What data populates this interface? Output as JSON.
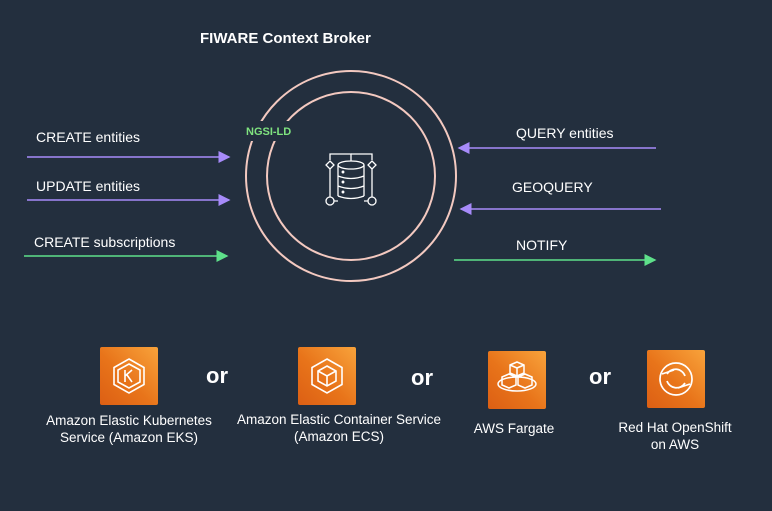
{
  "title": "FIWARE Context Broker",
  "ngsi_label": "NGSI-LD",
  "inbound": [
    {
      "label": "CREATE entities"
    },
    {
      "label": "UPDATE entities"
    },
    {
      "label": "CREATE subscriptions"
    }
  ],
  "outbound": [
    {
      "label": "QUERY entities"
    },
    {
      "label": "GEOQUERY"
    },
    {
      "label": "NOTIFY"
    }
  ],
  "colors": {
    "background": "#232f3e",
    "request_arrow": "#a78bfa",
    "notify_arrow": "#5ee08a",
    "ring": "#f3c9c0",
    "ngsi_text": "#7fe37f",
    "icon_orange": "#ed7100"
  },
  "separator": "or",
  "services": [
    {
      "icon": "eks-icon",
      "line1": "Amazon Elastic Kubernetes",
      "line2": "Service (Amazon EKS)"
    },
    {
      "icon": "ecs-icon",
      "line1": "Amazon Elastic Container Service",
      "line2": "(Amazon ECS)"
    },
    {
      "icon": "fargate-icon",
      "line1": "AWS Fargate",
      "line2": ""
    },
    {
      "icon": "openshift-icon",
      "line1": "Red Hat OpenShift",
      "line2": "on AWS"
    }
  ]
}
